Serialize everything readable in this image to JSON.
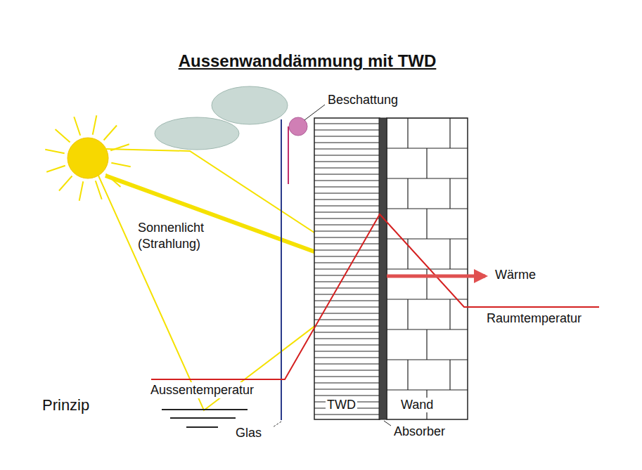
{
  "diagram": {
    "title": "Aussenwanddämmung mit TWD",
    "nodes": [
      {
        "text": [
          "TWD"
        ]
      },
      {
        "text": [
          "Wand"
        ]
      }
    ],
    "labels": [
      "Beschattung",
      "Sonnenlicht (Strahlung)",
      "Wärme",
      "Raumtemperatur",
      "Aussentemperatur",
      "Prinzip",
      "Glas",
      "Absorber"
    ]
  }
}
